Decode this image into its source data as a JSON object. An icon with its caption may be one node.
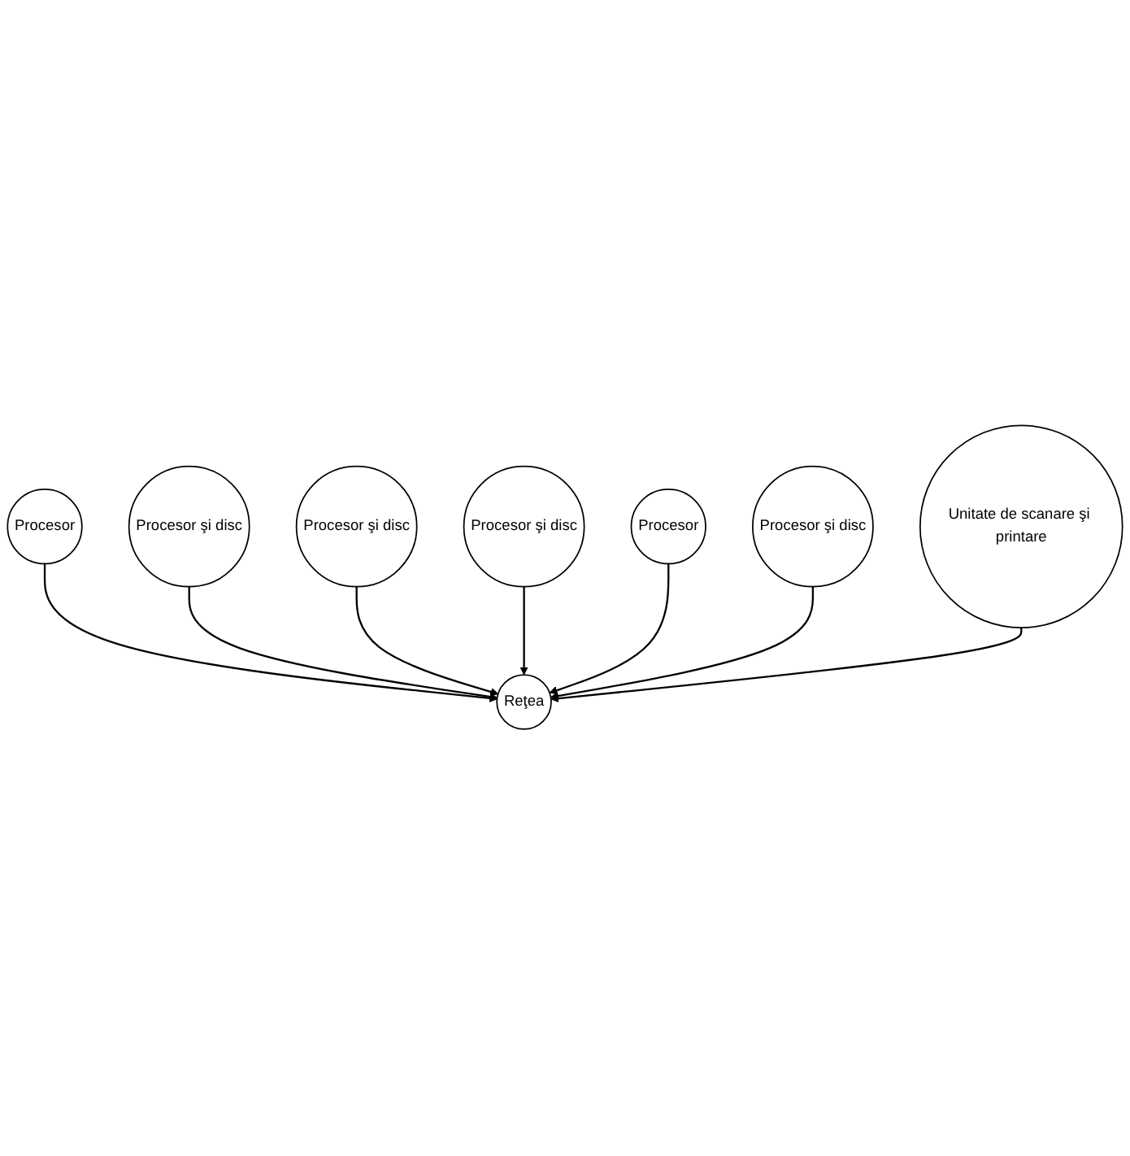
{
  "diagram": {
    "nodes": [
      {
        "text": [
          "Procesor"
        ]
      },
      {
        "text": [
          "Procesor şi disc"
        ]
      },
      {
        "text": [
          "Procesor şi disc"
        ]
      },
      {
        "text": [
          "Procesor şi disc"
        ]
      },
      {
        "text": [
          "Reţea"
        ]
      },
      {
        "text": [
          "Procesor"
        ]
      },
      {
        "text": [
          "Procesor şi disc"
        ]
      },
      {
        "text": [
          "Unitate de scanare şi printare"
        ]
      }
    ],
    "edges": [
      {
        "from": 0,
        "to": 4,
        "arrow": "to"
      },
      {
        "from": 1,
        "to": 4,
        "arrow": "to"
      },
      {
        "from": 2,
        "to": 4,
        "arrow": "to"
      },
      {
        "from": 3,
        "to": 4,
        "arrow": "to"
      },
      {
        "from": 5,
        "to": 4,
        "arrow": "to"
      },
      {
        "from": 6,
        "to": 4,
        "arrow": "to"
      },
      {
        "from": 7,
        "to": 4,
        "arrow": "to"
      }
    ]
  }
}
